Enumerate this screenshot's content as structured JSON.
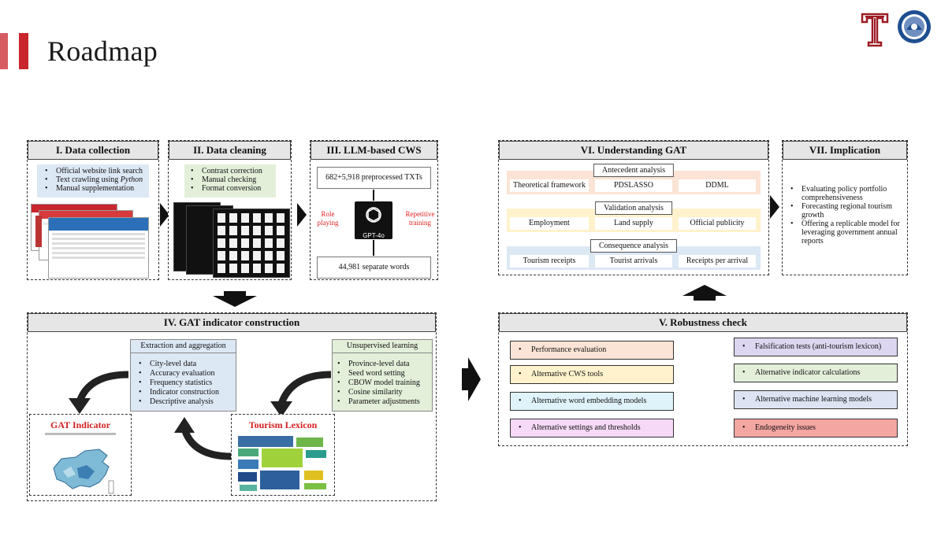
{
  "header": {
    "title": "Roadmap",
    "accent_color": "#c9252c"
  },
  "logos": {
    "left_icon": "temple-t-logo",
    "right_icon": "university-seal-logo"
  },
  "panels": {
    "data_collection": {
      "title": "I. Data collection",
      "items": [
        "Official website link search",
        "Text crawling using ",
        "Manual supplementation"
      ],
      "python": "Python"
    },
    "data_cleaning": {
      "title": "II. Data cleaning",
      "items": [
        "Contrast correction",
        "Manual checking",
        "Format conversion"
      ]
    },
    "llm_cws": {
      "title": "III. LLM-based CWS",
      "input": "682+5,918 preprocessed TXTs",
      "left_label": "Role playing",
      "right_label": "Repetitive training",
      "model": "GPT-4o",
      "output": "44,981 separate words"
    },
    "gat": {
      "title": "IV. GAT indicator construction",
      "extraction": {
        "title": "Extraction and aggregation",
        "items": [
          "City-level data",
          "Accuracy evaluation",
          "Frequency statistics",
          "Indicator construction",
          "Descriptive analysis"
        ]
      },
      "unsupervised": {
        "title": "Unsupervised learning",
        "items": [
          "Province-level data",
          "Seed word setting",
          "CBOW model training",
          "Cosine similarity",
          "Parameter adjustments"
        ]
      },
      "indicator_title": "GAT Indicator",
      "lexicon_title": "Tourism Lexicon"
    },
    "understanding": {
      "title": "VI. Understanding GAT",
      "antecedent": {
        "label": "Antecedent analysis",
        "items": [
          "Theoretical framework",
          "PDSLASSO",
          "DDML"
        ]
      },
      "validation": {
        "label": "Validation analysis",
        "items": [
          "Employment",
          "Land supply",
          "Official publicity"
        ]
      },
      "consequence": {
        "label": "Consequence analysis",
        "items": [
          "Tourism receipts",
          "Tourist arrivals",
          "Receipts per arrival"
        ]
      }
    },
    "implication": {
      "title": "VII. Implication",
      "items": [
        "Evaluating policy portfolio comprehensiveness",
        "Forecasting regional tourism growth",
        "Offering a replicable model for leveraging government annual reports"
      ]
    },
    "robustness": {
      "title": "V. Robustness check",
      "left": [
        {
          "label": "Performance evaluation",
          "color": "#fbe4d5"
        },
        {
          "label": "Alternative CWS tools",
          "color": "#fff2cc"
        },
        {
          "label": "Alternative word embedding models",
          "color": "#dff3fa"
        },
        {
          "label": "Alternative settings and thresholds",
          "color": "#f6d9f6"
        }
      ],
      "right": [
        {
          "label": "Falsification tests (anti-tourism lexicon)",
          "color": "#dcd6f0"
        },
        {
          "label": "Alternative indicator calculations",
          "color": "#e3efd9"
        },
        {
          "label": "Alternative machine learning models",
          "color": "#dde3f2"
        },
        {
          "label": "Endogeneity issues",
          "color": "#f4a6a3"
        }
      ]
    }
  }
}
